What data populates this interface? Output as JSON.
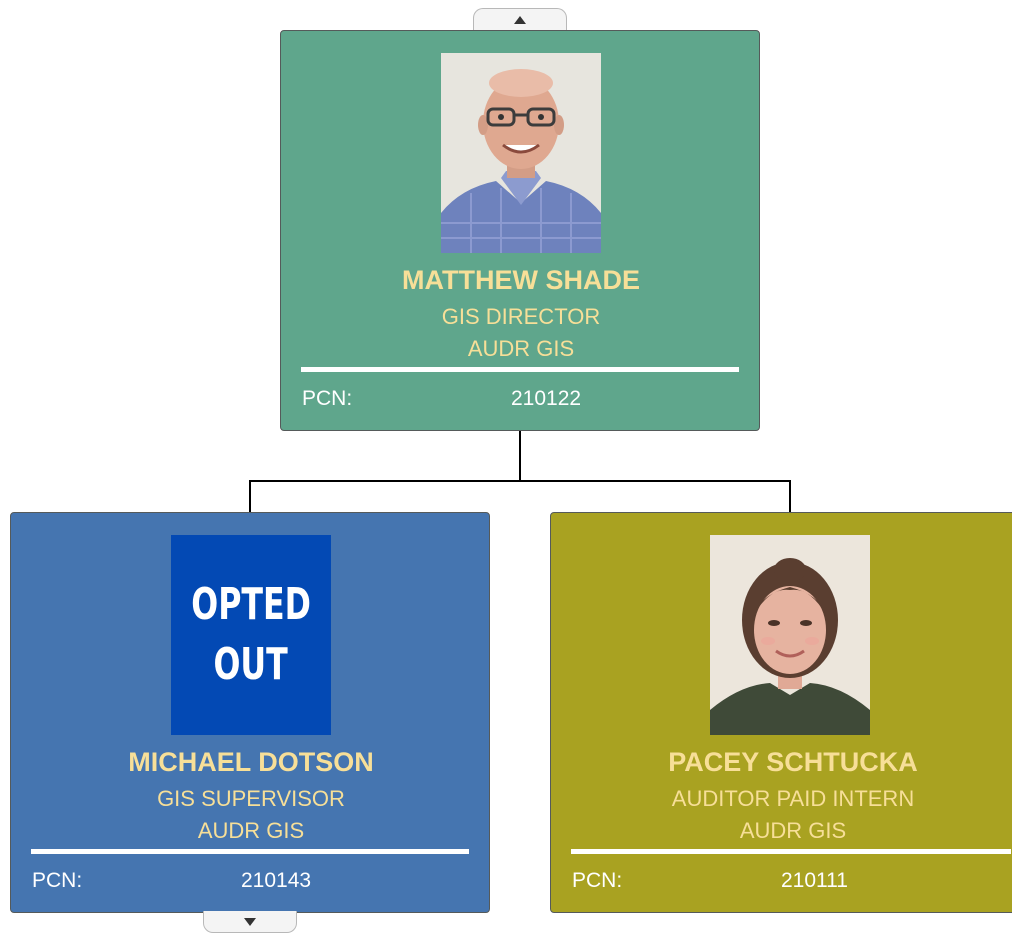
{
  "chart": {
    "nav_up_icon": "triangle-up-icon",
    "nav_down_icon": "triangle-down-icon",
    "nodes": [
      {
        "id": "top",
        "name": "MATTHEW SHADE",
        "role": "GIS DIRECTOR",
        "department": "AUDR GIS",
        "pcn_label": "PCN:",
        "pcn": "210122",
        "color": "#5fa68c",
        "photo": "portrait-man-glasses"
      },
      {
        "id": "left",
        "name": "MICHAEL DOTSON",
        "role": "GIS SUPERVISOR",
        "department": "AUDR GIS",
        "pcn_label": "PCN:",
        "pcn": "210143",
        "color": "#4575b0",
        "photo_text_line1": "OPTED",
        "photo_text_line2": "OUT"
      },
      {
        "id": "right",
        "name": "PACEY SCHTUCKA",
        "role": "AUDITOR PAID INTERN",
        "department": "AUDR GIS",
        "pcn_label": "PCN:",
        "pcn": "210111",
        "color": "#a9a221",
        "photo": "portrait-woman"
      }
    ],
    "text_color": "#f7df98"
  }
}
